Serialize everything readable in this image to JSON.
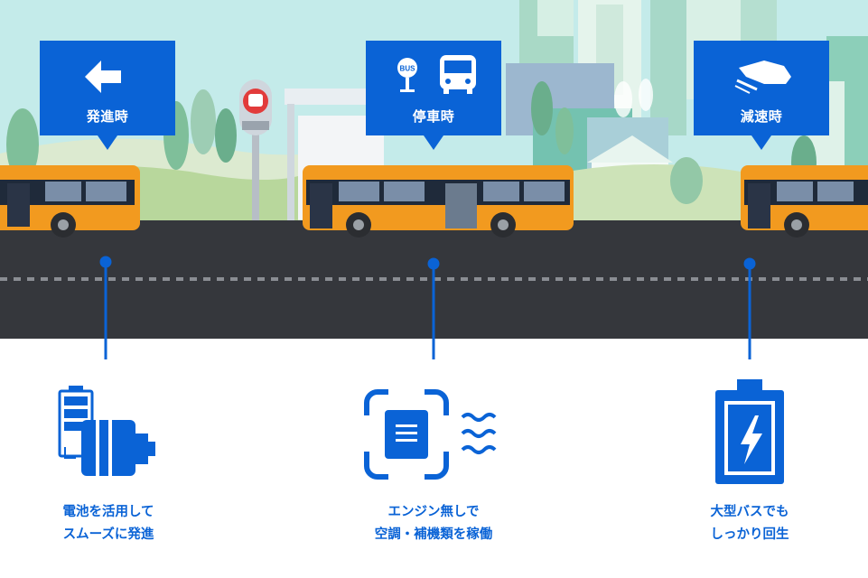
{
  "callouts": [
    {
      "id": "start",
      "label": "発進時",
      "icon": "arrow-left-icon"
    },
    {
      "id": "stop",
      "label": "停車時",
      "icon": "bus-stop-icon",
      "sign_text": "BUS"
    },
    {
      "id": "decel",
      "label": "減速時",
      "icon": "brake-pedal-icon"
    }
  ],
  "features": [
    {
      "id": "battery-motor",
      "icon": "battery-motor-icon",
      "lines": [
        "電池を活用して",
        "スムーズに発進"
      ]
    },
    {
      "id": "engine-off",
      "icon": "engine-chip-icon",
      "lines": [
        "エンジン無しで",
        "空調・補機類を稼働"
      ]
    },
    {
      "id": "regen",
      "icon": "battery-charge-icon",
      "lines": [
        "大型バスでも",
        "しっかり回生"
      ]
    }
  ],
  "colors": {
    "brand_blue": "#0a63d6",
    "road": "#35373c",
    "bus_orange": "#f29a1f",
    "sky": "#c9ecec"
  }
}
